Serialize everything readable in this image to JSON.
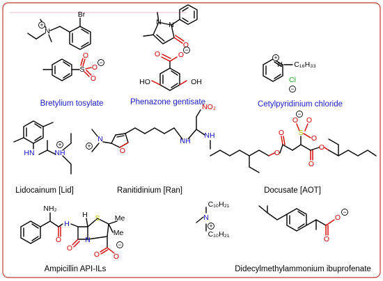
{
  "captions": {
    "bretylium": "Bretylium tosylate",
    "phenazone": "Phenazone gentisate",
    "cetyl": "Cetylpyridinium chloride",
    "lidocainum": "Lidocainum [Lid]",
    "ranitidinium": "Ranitidinium [Ran]",
    "docusate": "Docusate [AOT]",
    "ampicillin": "Ampicillin API-ILs",
    "didecyl": "Didecylmethylammonium ibuprofenate"
  },
  "atoms": {
    "br": "Br",
    "n": "N",
    "s": "S",
    "o": "O",
    "oh": "OH",
    "ho": "HO",
    "nh": "NH",
    "hn": "HN",
    "nh2": "NH₂",
    "no2": "NO₂",
    "cl": "Cl",
    "h": "H",
    "me": "Me",
    "c16h33": "C₁₆H₃₃",
    "c10h21": "C₁₀H₂₁"
  },
  "charges": {
    "plus": "+",
    "minus": "−"
  },
  "colors": {
    "frame": "#c0392b",
    "caption_blue": "#1a1ac8",
    "oxygen_red": "#d40000",
    "nitrogen_blue": "#1010c8",
    "sulfur_olive": "#b8b800",
    "chloride_green": "#22aa22",
    "divider_pink": "#f2b8c6"
  }
}
